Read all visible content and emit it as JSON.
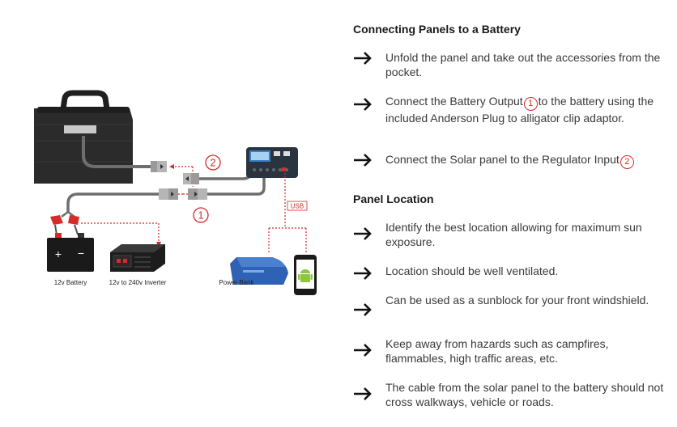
{
  "diagram": {
    "labels": {
      "battery": "12v Battery",
      "inverter": "12v to 240v Inverter",
      "power_bank": "Power Bank",
      "usb": "USB",
      "marker_1": "1",
      "marker_2": "2"
    },
    "colors": {
      "accent": "#d62b2b",
      "cable": "#6e6e6e",
      "panel": "#2b2b2b",
      "power_bank": "#2f62b4",
      "android": "#8dc63f"
    }
  },
  "sections": [
    {
      "title": "Connecting Panels to a Battery",
      "items": [
        {
          "text": "Unfold the panel and take out the accessories from the pocket."
        },
        {
          "text_before": "Connect the Battery Output",
          "marker": "1",
          "text_after": "to the battery using the included Anderson Plug to alligator clip adaptor."
        },
        {
          "text_before": "Connect the Solar panel to the Regulator Input",
          "marker": "2",
          "text_after": ""
        }
      ]
    },
    {
      "title": "Panel Location",
      "items": [
        {
          "text": "Identify the best location allowing for maximum sun exposure."
        },
        {
          "text": "Location should be well ventilated."
        },
        {
          "text": "Can be used as a sunblock for your front windshield."
        },
        {
          "text": "Keep away from hazards such as campfires, flammables, high traffic areas, etc."
        },
        {
          "text": "The cable from the solar panel to the battery should not cross walkways, vehicle or roads."
        }
      ]
    }
  ],
  "icons": {
    "bullet": "right-arrow-icon"
  }
}
